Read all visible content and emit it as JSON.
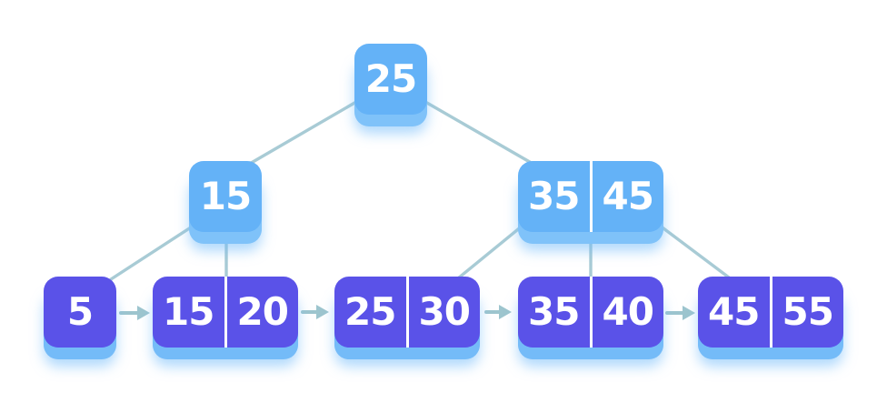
{
  "tree": {
    "type": "b-plus-tree-diagram",
    "root": {
      "keys": [
        "25"
      ]
    },
    "internal": [
      {
        "keys": [
          "15"
        ]
      },
      {
        "keys": [
          "35",
          "45"
        ]
      }
    ],
    "leaves": [
      {
        "keys": [
          "5"
        ]
      },
      {
        "keys": [
          "15",
          "20"
        ]
      },
      {
        "keys": [
          "25",
          "30"
        ]
      },
      {
        "keys": [
          "35",
          "40"
        ]
      },
      {
        "keys": [
          "45",
          "55"
        ]
      }
    ],
    "colors": {
      "internal_node_fill": "#64b2f7",
      "leaf_node_fill": "#5a52e8",
      "node_underlay": "#74bbf8",
      "connector_line": "#a8cbd5",
      "key_text": "#ffffff"
    }
  }
}
